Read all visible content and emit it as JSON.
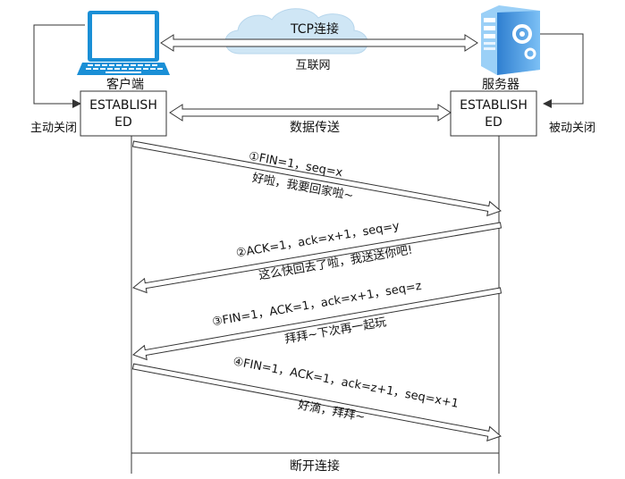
{
  "client": {
    "label": "客户端",
    "state_line1": "ESTABLISH",
    "state_line2": "ED",
    "side_label": "主动关闭"
  },
  "server": {
    "label": "服务器",
    "state_line1": "ESTABLISH",
    "state_line2": "ED",
    "side_label": "被动关闭"
  },
  "top_link": {
    "cloud_label": "TCP连接",
    "network_label": "互联网"
  },
  "data_link": {
    "label": "数据传送"
  },
  "messages": [
    {
      "header": "①FIN=1，seq=x",
      "note": "好啦，我要回家啦~"
    },
    {
      "header": "②ACK=1，ack=x+1，seq=y",
      "note": "这么快回去了啦，我送送你吧!"
    },
    {
      "header": "③FIN=1，ACK=1，ack=x+1，seq=z",
      "note": "拜拜~下次再一起玩"
    },
    {
      "header": "④FIN=1，ACK=1，ack=z+1，seq=x+1",
      "note": "好滴，拜拜~"
    }
  ],
  "footer": {
    "label": "断开连接"
  },
  "colors": {
    "arrow_fill": "#ffffff",
    "arrow_stroke": "#333333",
    "cloud": "#cfe6f5",
    "laptop": "#1a8fd6",
    "server": "#3a8ee0"
  }
}
